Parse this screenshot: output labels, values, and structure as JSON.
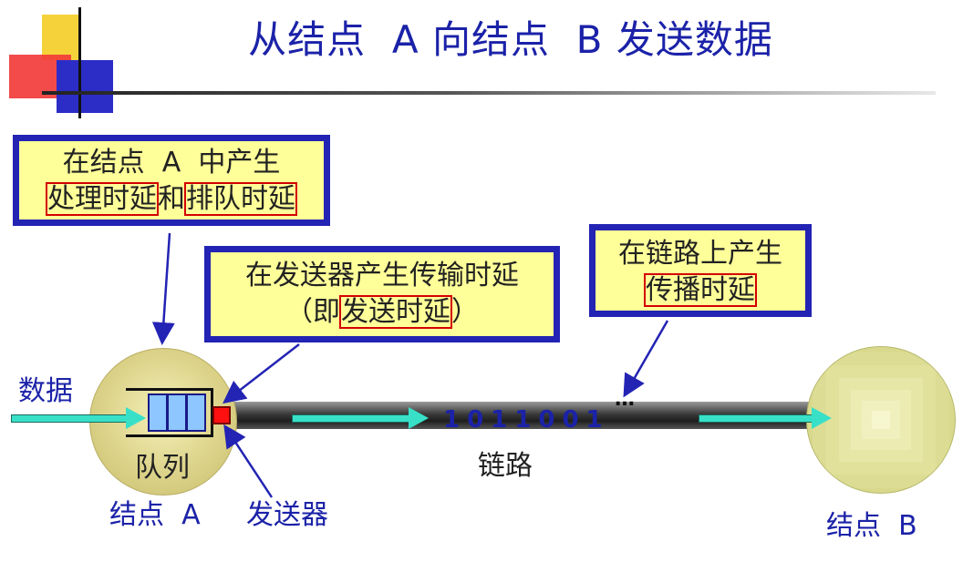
{
  "title": "从结点  A 向结点  B 发送数据",
  "callouts": {
    "node_a": {
      "line1": "在结点  A  中产生",
      "hl1": "处理时延",
      "join": "和",
      "hl2": "排队时延"
    },
    "transmitter": {
      "line1": "在发送器产生传输时延",
      "open": "（即",
      "hl": "发送时延",
      "close": "）"
    },
    "link": {
      "line1": "在链路上产生",
      "hl": "传播时延"
    }
  },
  "labels": {
    "data": "数据",
    "queue": "队列",
    "node_a": "结点  A",
    "transmitter": "发送器",
    "link": "链路",
    "node_b": "结点  B",
    "bits": "1011001",
    "ellipsis": "…"
  },
  "colors": {
    "title_blue": "#1b22a8",
    "callout_fill": "#ffff99",
    "callout_border": "#2323b4",
    "highlight_red": "#d40000",
    "arrow_teal": "#38e0c8",
    "transmitter_red": "#ff1010",
    "queue_cell": "#8ec6ff"
  }
}
